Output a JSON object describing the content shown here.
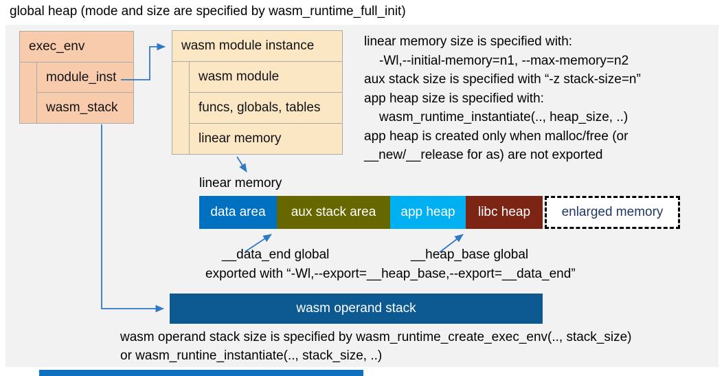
{
  "title": "global heap (mode and size are specified by wasm_runtime_full_init)",
  "exec_env": {
    "header": "exec_env",
    "rows": [
      "module_inst",
      "wasm_stack"
    ]
  },
  "module_instance": {
    "header": "wasm module instance",
    "rows": [
      "wasm module",
      "funcs, globals, tables",
      "linear memory"
    ]
  },
  "info": {
    "lines": [
      "linear memory size is specified with:",
      "-Wl,--initial-memory=n1, --max-memory=n2",
      "aux stack size is specified with “-z stack-size=n”",
      "app heap size is specified with:",
      "wasm_runtime_instantiate(.., heap_size, ..)",
      "app heap is created only when malloc/free (or",
      "__new/__release for as) are not exported"
    ]
  },
  "linear_memory": {
    "label": "linear memory",
    "segments": [
      {
        "label": "data area",
        "color": "#0070c0"
      },
      {
        "label": "aux stack area",
        "color": "#676700"
      },
      {
        "label": "app heap",
        "color": "#00b0f0"
      },
      {
        "label": "libc heap",
        "color": "#7c2515"
      },
      {
        "label": "enlarged memory",
        "color": "#ffffff",
        "text_color": "#1f3864",
        "border": "dashed"
      }
    ],
    "data_end_label": "__data_end global",
    "heap_base_label": "__heap_base global",
    "export_note": "exported with “-Wl,--export=__heap_base,--export=__data_end”"
  },
  "operand_stack": {
    "label": "wasm operand stack",
    "note_line1": "wasm operand stack size is specified by wasm_runtime_create_exec_env(.., stack_size)",
    "note_line2": "or wasm_runtine_instantiate(.., stack_size, ..)"
  },
  "colors": {
    "panel_bg": "#f2f2f2",
    "exec_env_fill": "#f8cbad",
    "module_instance_fill": "#fbe7c4",
    "box_border": "#a9a9a9",
    "arrow": "#2e78c6",
    "operand_bar": "#0d5a93",
    "footer_bar": "#1070c0",
    "enlarged_text": "#1f3864"
  }
}
